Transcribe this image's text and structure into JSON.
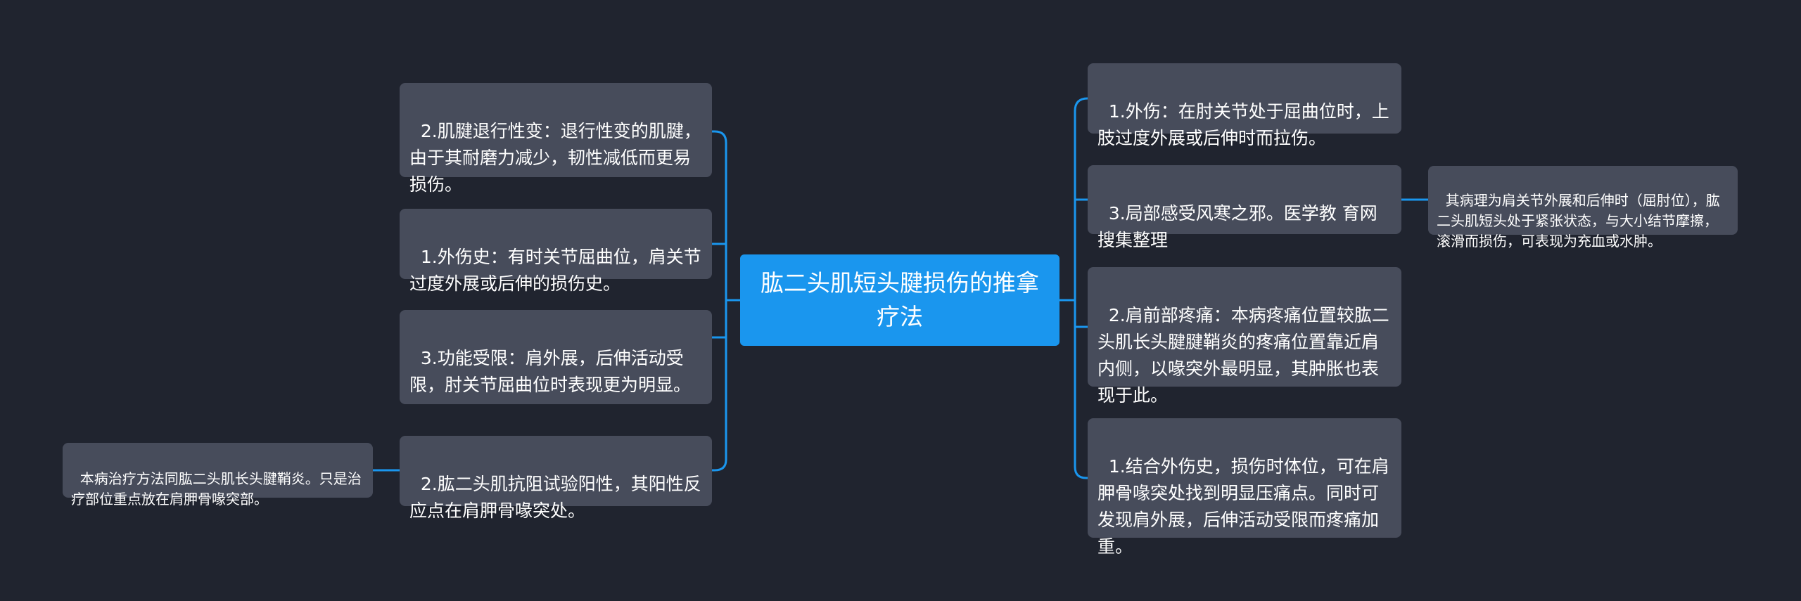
{
  "root": {
    "label": "肱二头肌短头腱损伤的推拿疗法"
  },
  "left_nodes": [
    {
      "text": "2.肌腱退行性变：退行性变的肌腱，由于其耐磨力减少，韧性减低而更易损伤。"
    },
    {
      "text": "1.外伤史：有时关节屈曲位，肩关节过度外展或后伸的损伤史。"
    },
    {
      "text": "3.功能受限：肩外展，后伸活动受限，肘关节屈曲位时表现更为明显。"
    },
    {
      "text": "2.肱二头肌抗阻试验阳性，其阳性反应点在肩胛骨喙突处。"
    }
  ],
  "left_leaf": {
    "text": "本病治疗方法同肱二头肌长头腱鞘炎。只是治疗部位重点放在肩胛骨喙突部。"
  },
  "right_nodes": [
    {
      "text": "1.外伤：在肘关节处于屈曲位时，上肢过度外展或后伸时而拉伤。"
    },
    {
      "text": "3.局部感受风寒之邪。医学教 育网搜集整理"
    },
    {
      "text": "2.肩前部疼痛：本病疼痛位置较肱二头肌长头腱腱鞘炎的疼痛位置靠近肩内侧，以喙突外最明显，其肿胀也表现于此。"
    },
    {
      "text": "1.结合外伤史，损伤时体位，可在肩胛骨喙突处找到明显压痛点。同时可发现肩外展，后伸活动受限而疼痛加重。"
    }
  ],
  "right_leaf": {
    "text": "其病理为肩关节外展和后伸时（屈肘位），肱二头肌短头处于紧张状态，与大小结节摩擦，滚滑而损伤，可表现为充血或水肿。"
  },
  "colors": {
    "background": "#20242f",
    "node": "#474c5b",
    "root": "#1a96ee",
    "connector": "#1a96ee"
  }
}
